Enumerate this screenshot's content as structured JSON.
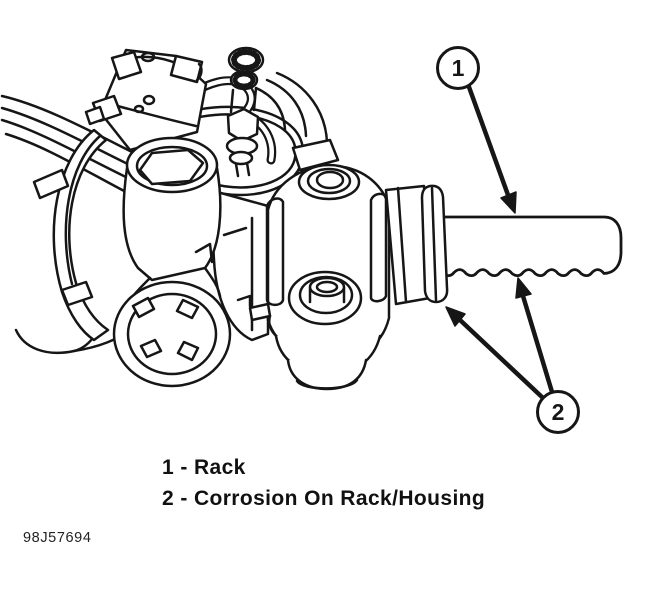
{
  "colors": {
    "ink": "#161616",
    "background": "#ffffff"
  },
  "diagram": {
    "callouts": [
      {
        "number": "1",
        "target": "Rack"
      },
      {
        "number": "2",
        "target": "Corrosion On Rack/Housing"
      }
    ]
  },
  "legend": {
    "items": [
      {
        "text": "1 - Rack"
      },
      {
        "text": "2 - Corrosion On Rack/Housing"
      }
    ]
  },
  "figure_number": "98J57694"
}
